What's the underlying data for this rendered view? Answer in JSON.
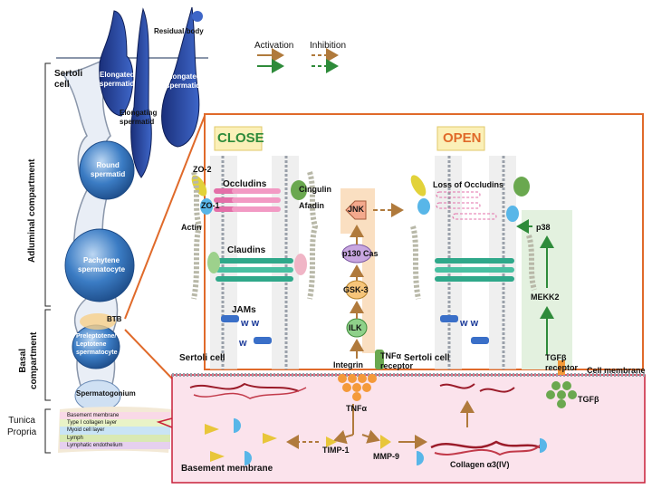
{
  "legend": {
    "activation": "Activation",
    "inhibition": "Inhibition"
  },
  "left": {
    "residual_body": "Residual body",
    "sertoli_cell": "Sertoli\ncell",
    "elongated_spermatid_1": "Elongated\nspermatid",
    "elongated_spermatid_2": "Elongated\nspermatid",
    "elongating_spermatid": "Elongating\nspermatid",
    "round_spermatid": "Round\nspermatid",
    "pachytene": "Pachytene\nspermatocyte",
    "btb": "BTB",
    "preleptotene": "Preleptotene/\nLeptotene\nspermatocyte",
    "spermatogonium": "Spermatogonium",
    "adluminal": "Adluminal compartment",
    "basal": "Basal\ncompartment",
    "tunica": "Tunica\nPropria",
    "layers": [
      "Basement membrane",
      "Type I collagen layer",
      "Myoid cell layer",
      "Lymph",
      "Lymphatic endothelium"
    ]
  },
  "close": {
    "title": "CLOSE",
    "zo2": "ZO-2",
    "zo1": "ZO-1",
    "actin": "Actin",
    "occludins": "Occludins",
    "cingulin": "Cingulin",
    "afadin": "Afadin",
    "claudins": "Claudins",
    "jams": "JAMs",
    "sertoli_cell": "Sertoli cell"
  },
  "open": {
    "title": "OPEN",
    "loss": "Loss of Occludins",
    "sertoli_cell": "Sertoli cell",
    "cell_membrane": "Cell membrane"
  },
  "pathway": {
    "jnk": "JNK",
    "p130": "p130 Cas",
    "gsk3": "GSK-3",
    "ilk": "ILK",
    "integrin": "Integrin",
    "tnfa_receptor": "TNFα\nreceptor",
    "tnfa": "TNFα",
    "p38": "p38",
    "mekk2": "MEKK2",
    "tgfb_receptor": "TGFβ\nreceptor",
    "tgfb": "TGFβ"
  },
  "bottom": {
    "timp1": "TIMP-1",
    "mmp9": "MMP-9",
    "collagen": "Collagen α3(IV)",
    "basement": "Basement membrane"
  },
  "colors": {
    "frame": "#e06a2a",
    "activation_brown": "#b07a3c",
    "activation_green": "#2e8b3a",
    "cell_blue": "#2f6fb5",
    "occludin_pink": "#e36fa8",
    "claudin_teal": "#2fa88a",
    "bm_fill": "#fbe3ec",
    "collagen_red": "#9b1c2a",
    "green_bg": "#e3f1df",
    "orange_bg": "#f9d9b6"
  },
  "icons": [
    "tight-junction-strand-icon",
    "cell-icon",
    "arrow-icon",
    "collagen-fiber-icon",
    "molecule-icon"
  ]
}
